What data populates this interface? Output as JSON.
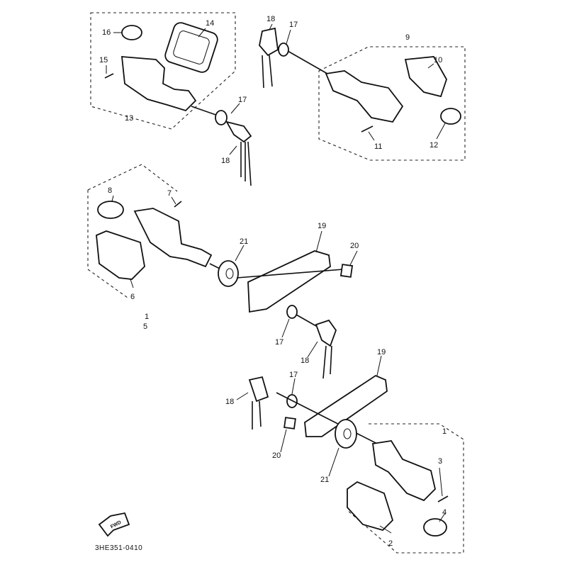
{
  "callouts": {
    "c1": "1",
    "c2": "2",
    "c3": "3",
    "c4": "4",
    "c5": "5",
    "c6": "6",
    "c7": "7",
    "c8": "8",
    "c9": "9",
    "c10": "10",
    "c11": "11",
    "c12": "12",
    "c13": "13",
    "c14": "14",
    "c15": "15",
    "c16": "16",
    "c17a": "17",
    "c17b": "17",
    "c17c": "17",
    "c17d": "17",
    "c18a": "18",
    "c18b": "18",
    "c18c": "18",
    "c18d": "18",
    "c19a": "19",
    "c19b": "19",
    "c20a": "20",
    "c20b": "20",
    "c21a": "21",
    "c21b": "21",
    "c1b": "1"
  },
  "direction_badge": "FWD",
  "diagram_code": "3HE351-0410"
}
